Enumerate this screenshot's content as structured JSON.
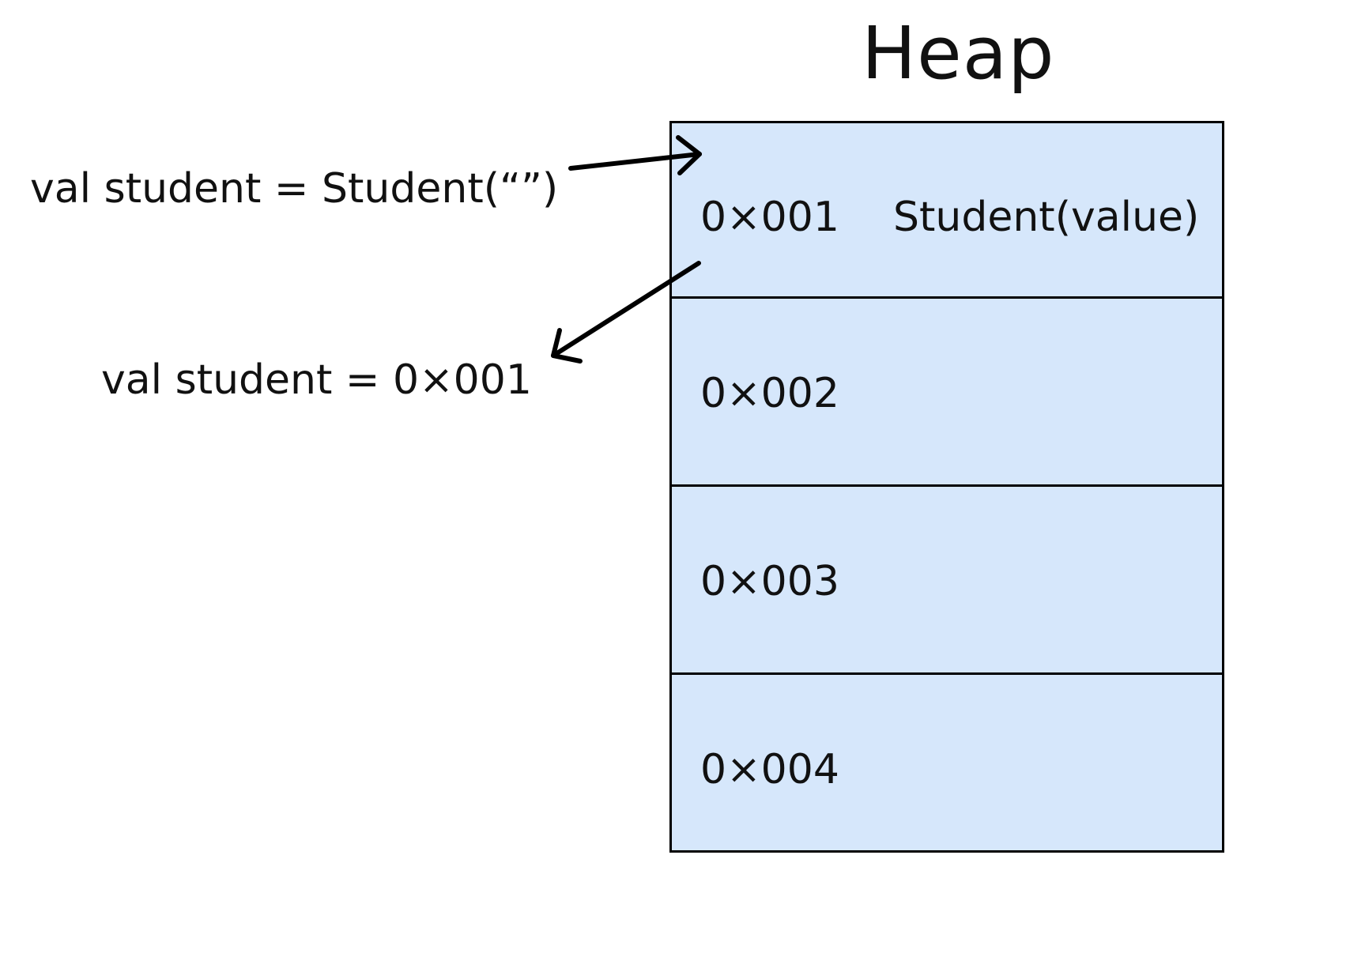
{
  "heap": {
    "title": "Heap",
    "cells": [
      {
        "address": "0×001",
        "value": "Student(value)"
      },
      {
        "address": "0×002",
        "value": ""
      },
      {
        "address": "0×003",
        "value": ""
      },
      {
        "address": "0×004",
        "value": ""
      }
    ]
  },
  "code": {
    "line1": "val student = Student(“”)",
    "line2": "val student = 0×001"
  },
  "colors": {
    "heap_fill": "#d6e7fb",
    "stroke": "#000000",
    "text": "#111111"
  }
}
